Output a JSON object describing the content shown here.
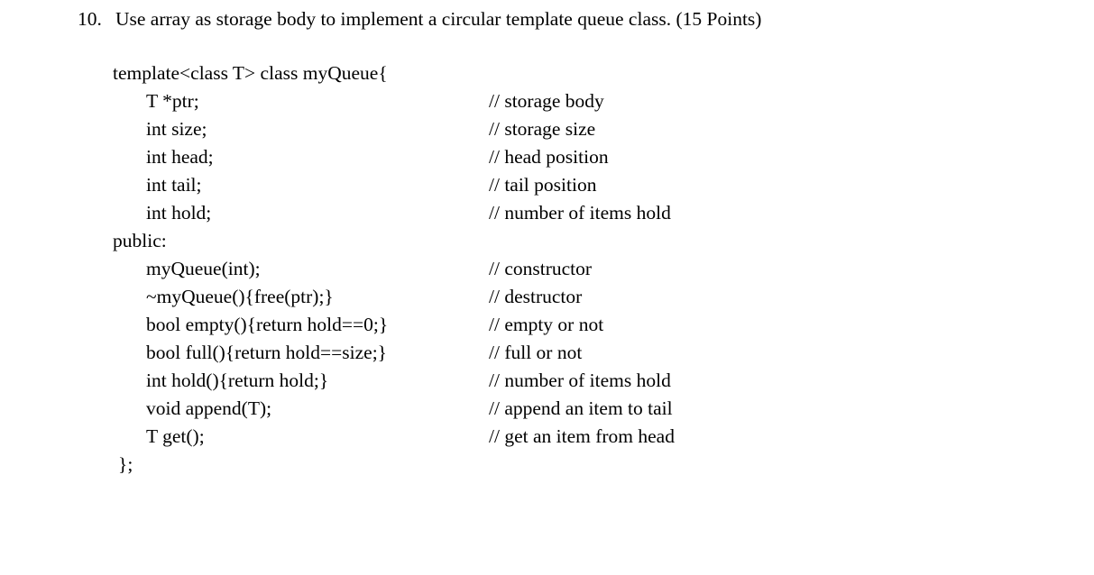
{
  "page": {
    "background_color": "#ffffff",
    "text_color": "#000000"
  },
  "question": {
    "number": "10.",
    "text": "Use array as storage body to implement a circular template queue class. (15 Points)",
    "points": "15 Points"
  },
  "code": {
    "lines": [
      {
        "indent": 0,
        "text": "template<class T> class myQueue{",
        "comment": ""
      },
      {
        "indent": 1,
        "text": "T *ptr;",
        "comment": "// storage body"
      },
      {
        "indent": 1,
        "text": "int size;",
        "comment": "// storage size"
      },
      {
        "indent": 1,
        "text": "int head;",
        "comment": "// head position"
      },
      {
        "indent": 1,
        "text": "int tail;",
        "comment": "// tail position"
      },
      {
        "indent": 1,
        "text": "int hold;",
        "comment": "// number of items hold"
      },
      {
        "indent": 0,
        "text": "public:",
        "comment": ""
      },
      {
        "indent": 1,
        "text": "myQueue(int);",
        "comment": "// constructor"
      },
      {
        "indent": 1,
        "text": "~myQueue(){free(ptr);}",
        "comment": "// destructor"
      },
      {
        "indent": 1,
        "text": "bool empty(){return hold==0;}",
        "comment": "// empty or not"
      },
      {
        "indent": 1,
        "text": "bool full(){return hold==size;}",
        "comment": "// full or not"
      },
      {
        "indent": 1,
        "text": "int hold(){return hold;}",
        "comment": "// number of items hold"
      },
      {
        "indent": 1,
        "text": "void append(T);",
        "comment": "// append an item to tail"
      },
      {
        "indent": 1,
        "text": "T get();",
        "comment": "// get an item from head"
      },
      {
        "indent": 2,
        "text": "};",
        "comment": ""
      }
    ]
  }
}
